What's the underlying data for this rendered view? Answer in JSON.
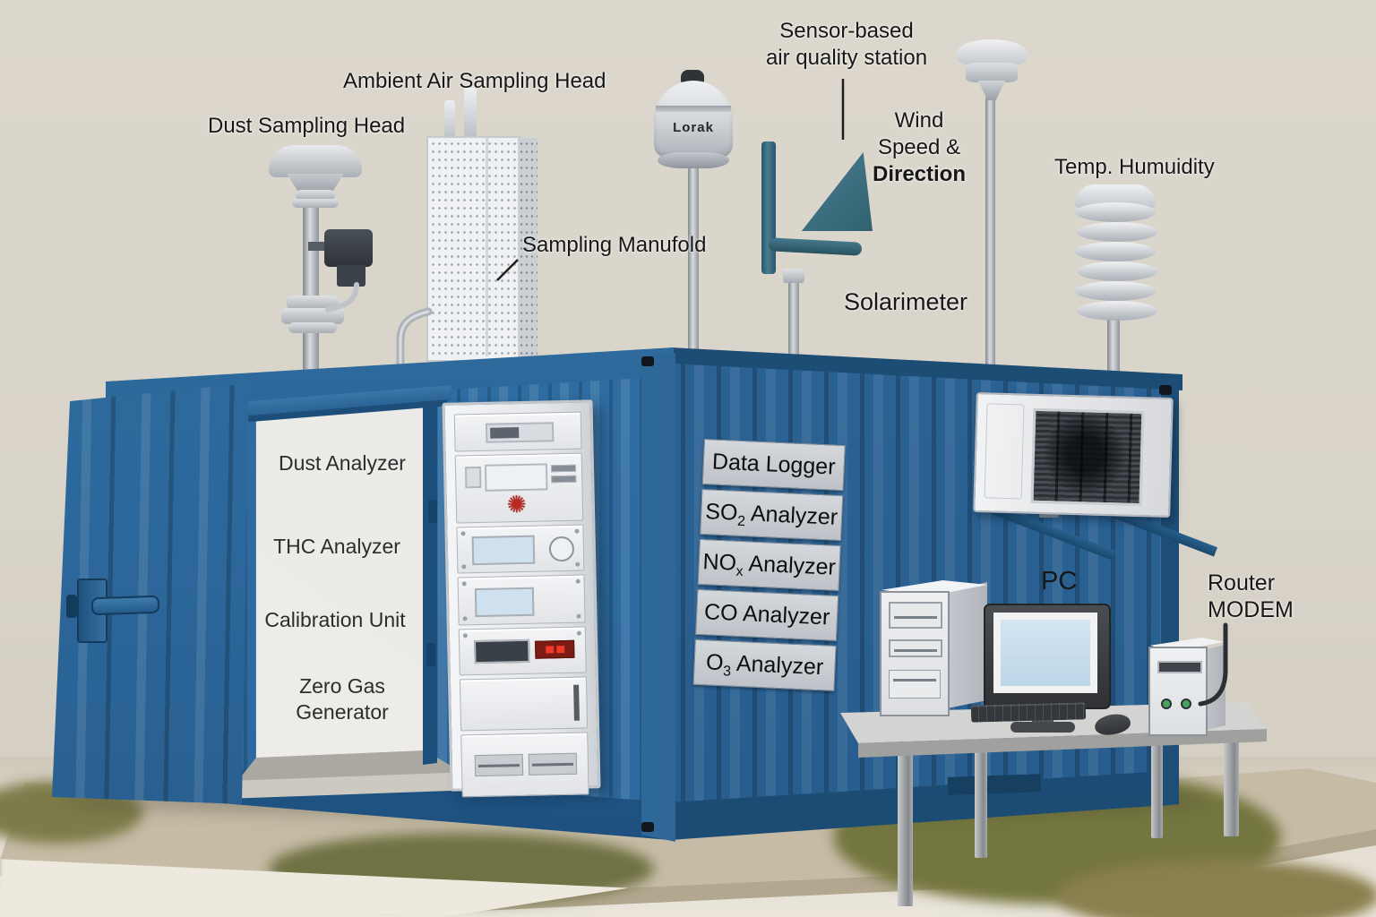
{
  "labels": {
    "dust_sampling_head": "Dust Sampling Head",
    "ambient_air_sampling_head": "Ambient Air Sampling Head",
    "station_line1": "Sensor-based",
    "station_line2": "air quality station",
    "wind_line1": "Wind",
    "wind_line2": "Speed &",
    "wind_line3": "Direction",
    "temp_humidity": "Temp. Humuidity",
    "sampling_manifold": "Sampling Manufold",
    "solarimeter": "Solarimeter",
    "pc": "PC",
    "router_line1": "Router",
    "router_line2": "MODEM"
  },
  "device_text": {
    "dome_brand": "Lorak"
  },
  "interior": {
    "items": [
      "Dust Analyzer",
      "THC Analyzer",
      "Calibration Unit",
      "Zero Gas\nGenerator"
    ]
  },
  "side_panel": {
    "items": [
      {
        "pre": "Data Logger",
        "sub": "",
        "post": ""
      },
      {
        "pre": "SO",
        "sub": "2",
        "post": " Analyzer"
      },
      {
        "pre": "NO",
        "sub": "x",
        "post": " Analyzer"
      },
      {
        "pre": "CO",
        "sub": "",
        "post": " Analyzer"
      },
      {
        "pre": "O",
        "sub": "3",
        "post": " Analyzer"
      }
    ]
  },
  "colors": {
    "container_front_blue": "#2f6da3",
    "container_side_blue": "#2a6294",
    "vane_teal": "#3f7089",
    "panel_gray": "#c9cdd2",
    "background_beige": "#d9d4ca",
    "label_text": "#171717",
    "alert_red": "#ef3a2b"
  }
}
